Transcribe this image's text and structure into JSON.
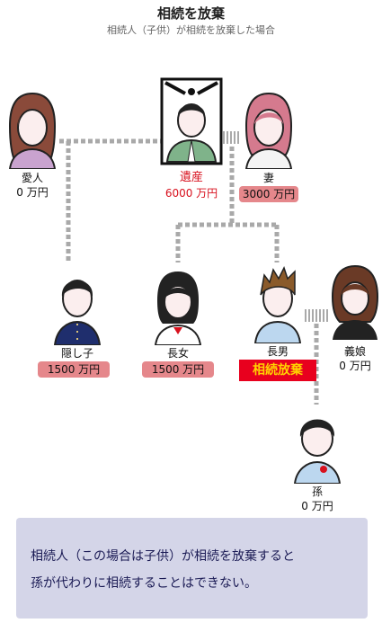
{
  "header": {
    "title": "相続を放棄",
    "subtitle": "相続人（子供）が相続を放棄した場合"
  },
  "people": {
    "mistress": {
      "name": "愛人",
      "amount": "0 万円"
    },
    "deceased": {
      "name": "遺産",
      "amount": "6000 万円"
    },
    "wife": {
      "name": "妻",
      "amount": "3000 万円"
    },
    "hidden_child": {
      "name": "隠し子",
      "amount": "1500 万円"
    },
    "eldest_daughter": {
      "name": "長女",
      "amount": "1500 万円"
    },
    "eldest_son": {
      "name": "長男",
      "status": "相続放棄"
    },
    "daughter_in_law": {
      "name": "義娘",
      "amount": "0 万円"
    },
    "grandchild": {
      "name": "孫",
      "amount": "0 万円"
    }
  },
  "note": {
    "line1": "相続人（この場合は子供）が相続を放棄すると",
    "line2": "孫が代わりに相続することはできない。"
  },
  "colors": {
    "badge": "#e5878b",
    "renounce_bg": "#e8001e",
    "renounce_text": "#ffd200",
    "deceased_text": "#d8111e",
    "note_bg": "#d4d5e8",
    "line": "#a9a9a9"
  }
}
